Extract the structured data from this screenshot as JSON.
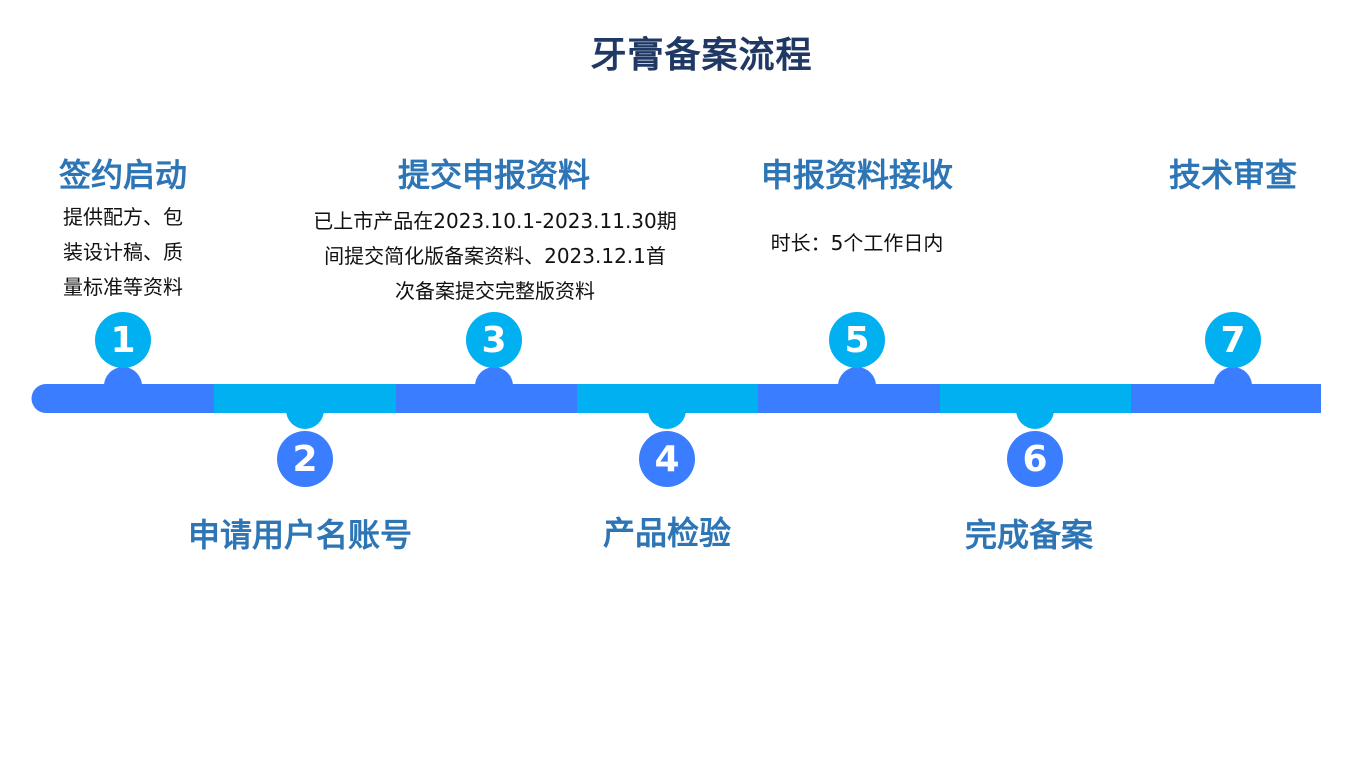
{
  "title": "牙膏备案流程",
  "colors": {
    "title": "#1f3864",
    "step_title": "#2e75b6",
    "bar_blue": "#3b7dff",
    "bar_cyan": "#00b0f0"
  },
  "steps": [
    {
      "number": "1",
      "title": "签约启动",
      "desc_lines": [
        "提供配方、包",
        "装设计稿、质",
        "量标准等资料"
      ]
    },
    {
      "number": "2",
      "title": "申请用户名账号",
      "desc_lines": []
    },
    {
      "number": "3",
      "title": "提交申报资料",
      "desc_lines": [
        "已上市产品在2023.10.1-2023.11.30期",
        "间提交简化版备案资料、2023.12.1首",
        "次备案提交完整版资料"
      ]
    },
    {
      "number": "4",
      "title": "产品检验",
      "desc_lines": []
    },
    {
      "number": "5",
      "title": "申报资料接收",
      "desc_lines": [
        "时长：5个工作日内"
      ]
    },
    {
      "number": "6",
      "title": "完成备案",
      "desc_lines": []
    },
    {
      "number": "7",
      "title": "技术审查",
      "desc_lines": []
    }
  ]
}
